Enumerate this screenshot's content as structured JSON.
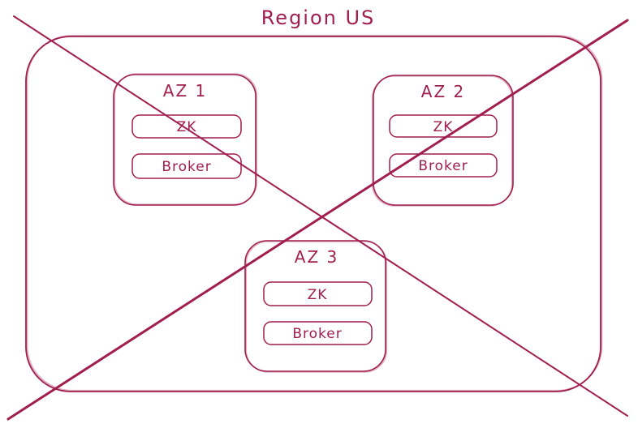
{
  "diagram": {
    "title": "Region US",
    "stroke_color": "#a11e4d",
    "background_color": "#ffffff",
    "crossed_out": true,
    "zones": [
      {
        "label": "AZ 1",
        "nodes": [
          {
            "label": "ZK"
          },
          {
            "label": "Broker"
          }
        ]
      },
      {
        "label": "AZ 2",
        "nodes": [
          {
            "label": "ZK"
          },
          {
            "label": "Broker"
          }
        ]
      },
      {
        "label": "AZ 3",
        "nodes": [
          {
            "label": "ZK"
          },
          {
            "label": "Broker"
          }
        ]
      }
    ]
  }
}
